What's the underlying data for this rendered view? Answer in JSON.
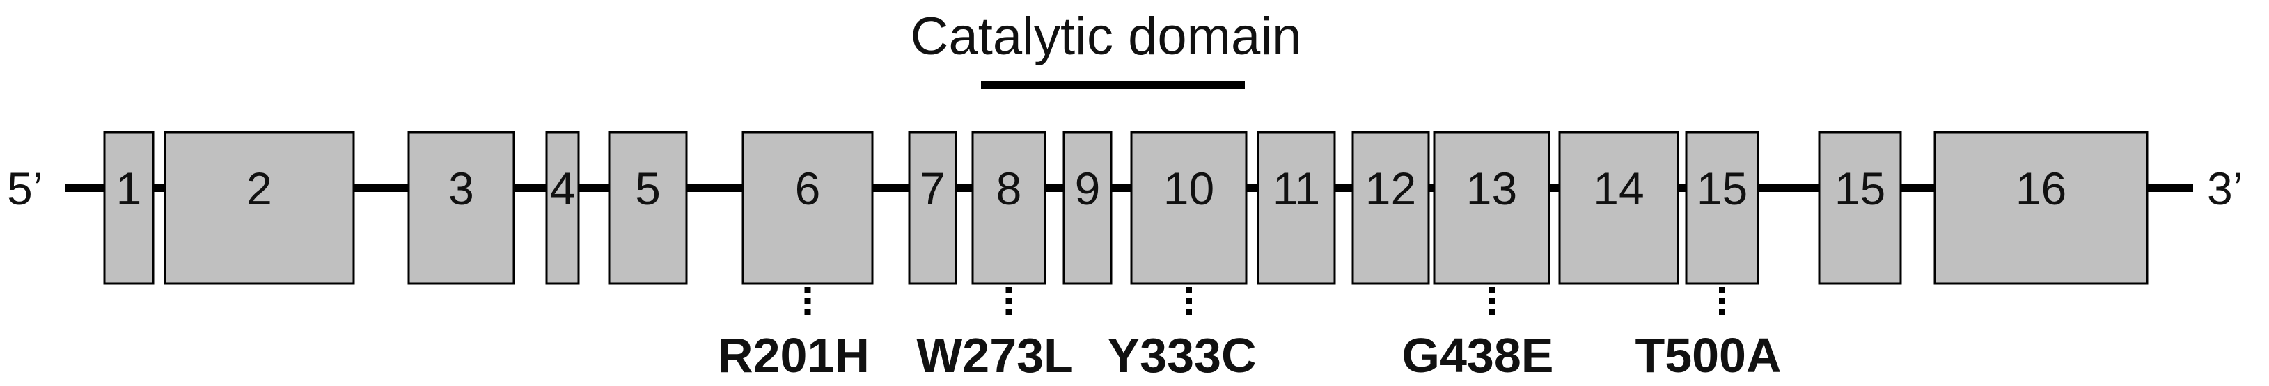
{
  "gene": {
    "five_prime": "5’",
    "three_prime": "3’",
    "exon_fill": "#c0c0c0",
    "exons": [
      "1",
      "2",
      "3",
      "4",
      "5",
      "6",
      "7",
      "8",
      "9",
      "10",
      "11",
      "12",
      "13",
      "14",
      "15",
      "15",
      "16"
    ]
  },
  "domain": {
    "label": "Catalytic domain",
    "from_exon": 8,
    "to_exon": 10
  },
  "mutations": [
    {
      "label": "R201H",
      "exon": 6
    },
    {
      "label": "W273L",
      "exon": 8
    },
    {
      "label": "Y333C",
      "exon": 10
    },
    {
      "label": "G438E",
      "exon": 13
    },
    {
      "label": "T500A",
      "exon": 15
    }
  ]
}
